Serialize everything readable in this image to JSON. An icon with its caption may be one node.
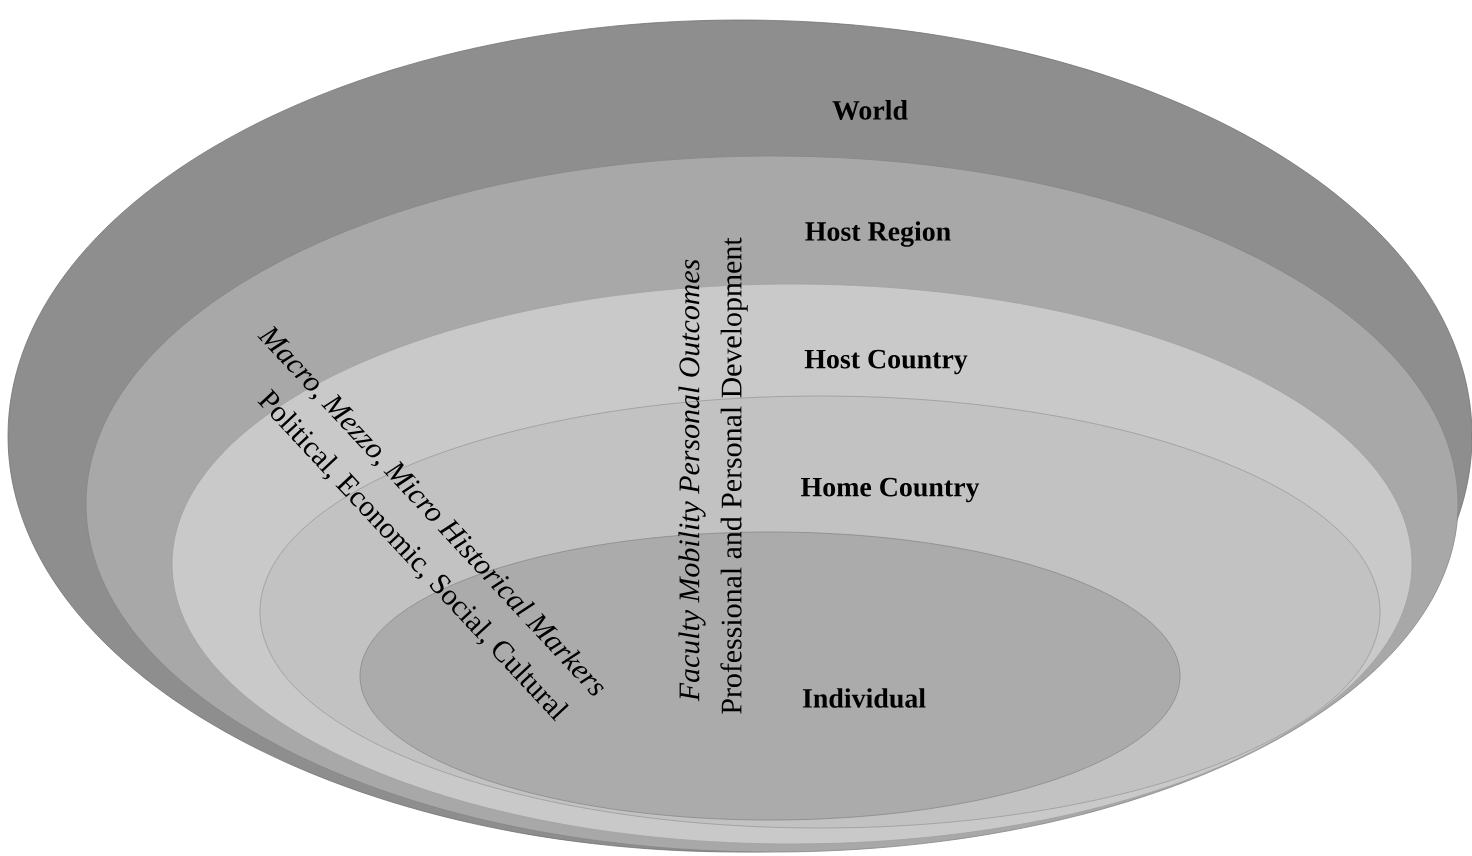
{
  "diagram": {
    "nodes": [
      {
        "text": [
          "World"
        ]
      },
      {
        "text": [
          "Host Region"
        ],
        "in": 0
      },
      {
        "text": [
          "Host Country"
        ],
        "in": 1
      },
      {
        "text": [
          "Home Country"
        ],
        "in": 2
      },
      {
        "text": [
          "Individual"
        ],
        "in": 3
      }
    ],
    "labels": [
      "Macro, Mezzo, Micro Historical Markers",
      "Political, Economic, Social, Cultural",
      "Faculty Mobility Personal Outcomes",
      "Professional and Personal Development"
    ]
  }
}
